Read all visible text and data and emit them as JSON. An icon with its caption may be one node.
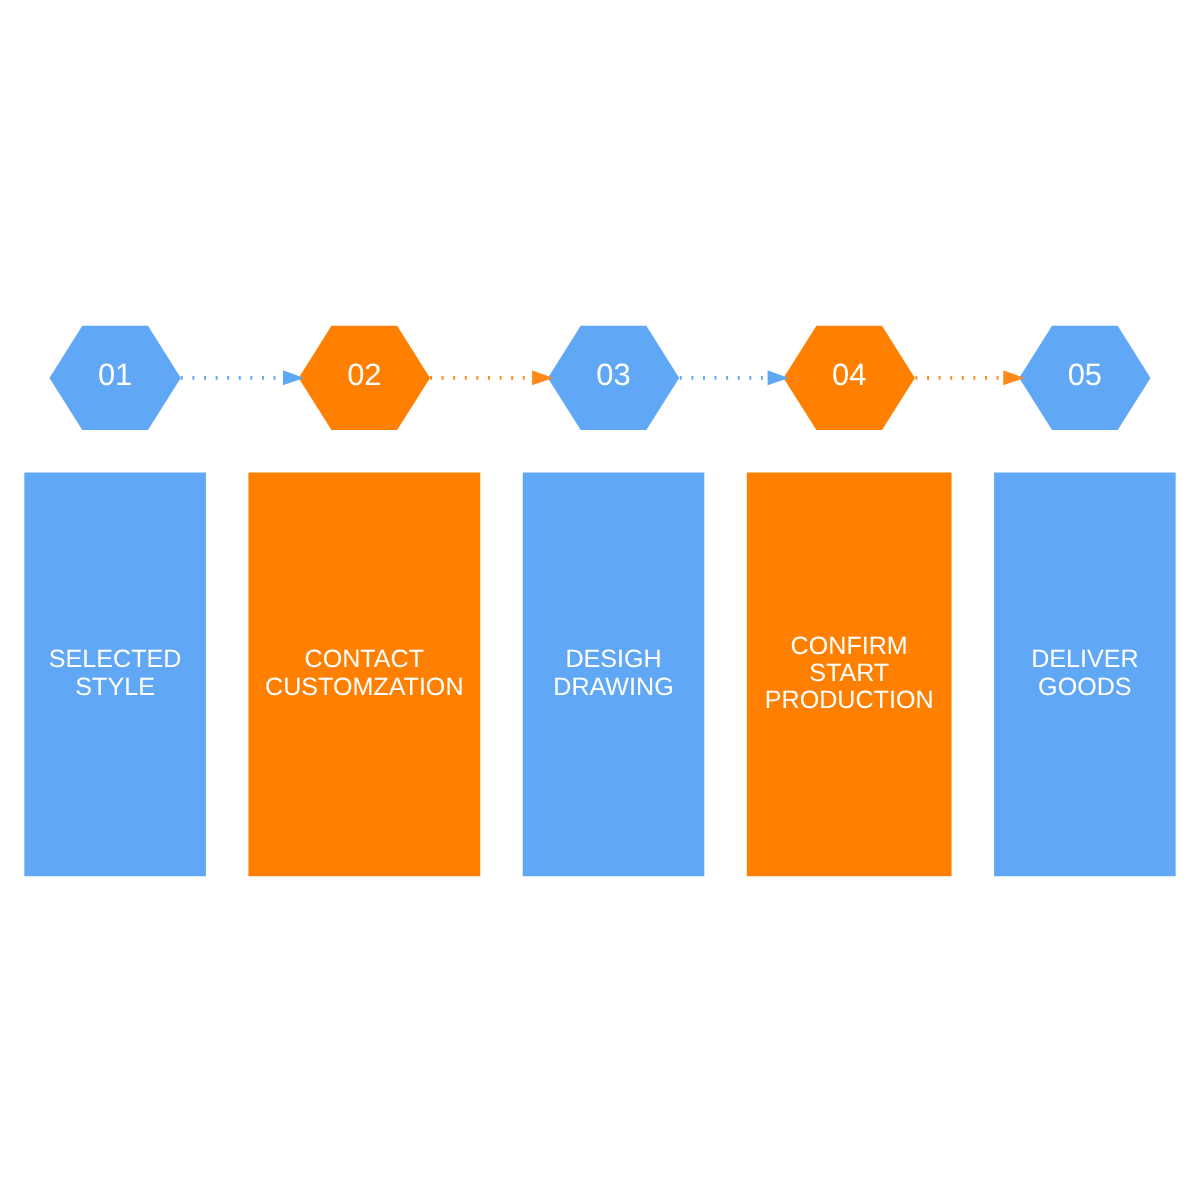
{
  "diagram": {
    "nodes": [
      {
        "text": [
          "01"
        ]
      },
      {
        "text": [
          "02"
        ]
      },
      {
        "text": [
          "03"
        ]
      },
      {
        "text": [
          "04"
        ]
      },
      {
        "text": [
          "05"
        ]
      },
      {
        "text": [
          "SELECTED STYLE"
        ]
      },
      {
        "text": [
          "CONTACT CUSTOMZATION"
        ]
      },
      {
        "text": [
          "DESIGH DRAWING"
        ]
      },
      {
        "text": [
          "CONFIRM START PRODUCTION"
        ]
      },
      {
        "text": [
          "DELIVER GOODS"
        ]
      }
    ],
    "edges": [
      {
        "from": 0,
        "to": 1,
        "arrow": "to",
        "style": "dashed",
        "color": "#5ea7f2"
      },
      {
        "from": 1,
        "to": 2,
        "arrow": "to",
        "style": "dashed",
        "color": "#fe8a1c"
      },
      {
        "from": 2,
        "to": 3,
        "arrow": "to",
        "style": "dashed",
        "color": "#5ea7f2"
      },
      {
        "from": 3,
        "to": 4,
        "arrow": "to",
        "style": "dashed",
        "color": "#fe8a1c"
      }
    ]
  }
}
